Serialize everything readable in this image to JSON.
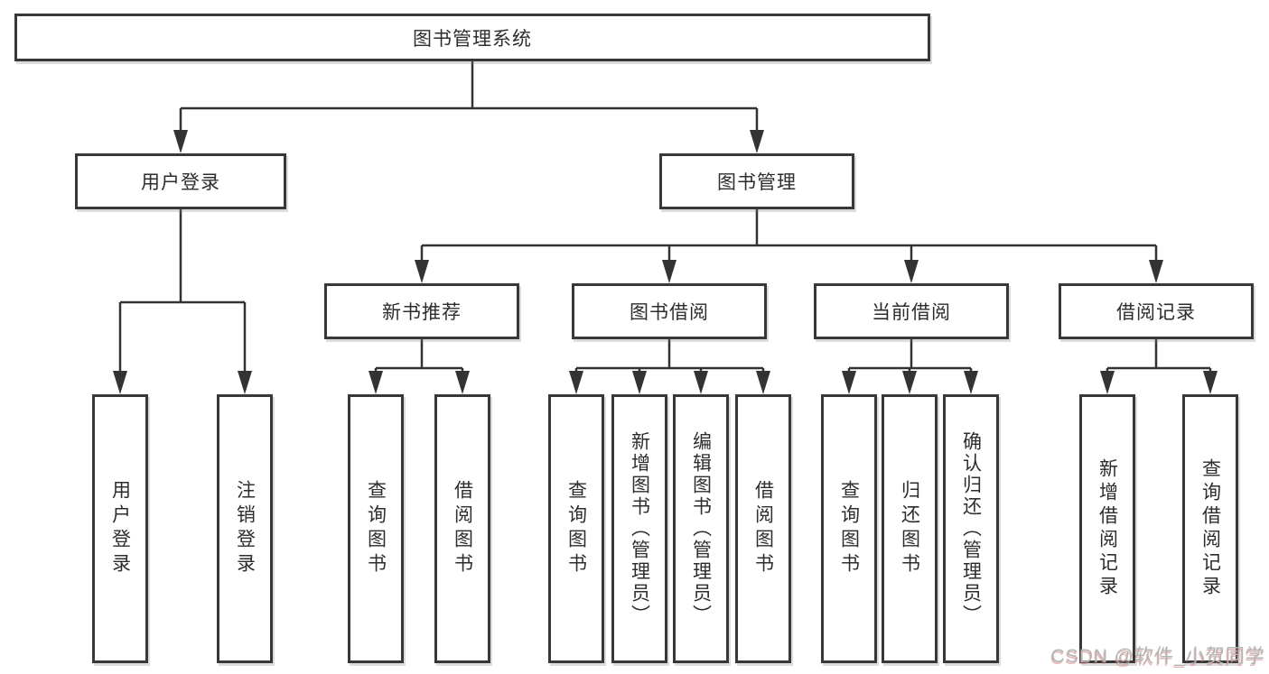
{
  "diagram": {
    "root": {
      "label": "图书管理系统"
    },
    "branches": [
      {
        "label": "用户登录",
        "children": [
          {
            "label": "用户登录"
          },
          {
            "label": "注销登录"
          }
        ]
      },
      {
        "label": "图书管理",
        "children": [
          {
            "label": "新书推荐",
            "children": [
              {
                "label": "查询图书"
              },
              {
                "label": "借阅图书"
              }
            ]
          },
          {
            "label": "图书借阅",
            "children": [
              {
                "label": "查询图书"
              },
              {
                "label": "新增图书（管理员）"
              },
              {
                "label": "编辑图书（管理员）"
              },
              {
                "label": "借阅图书"
              }
            ]
          },
          {
            "label": "当前借阅",
            "children": [
              {
                "label": "查询图书"
              },
              {
                "label": "归还图书"
              },
              {
                "label": "确认归还（管理员）"
              }
            ]
          },
          {
            "label": "借阅记录",
            "children": [
              {
                "label": "新增借阅记录"
              },
              {
                "label": "查询借阅记录"
              }
            ]
          }
        ]
      }
    ]
  },
  "watermark": {
    "text": "CSDN @软件_小贺同学"
  },
  "colors": {
    "line": "#333333",
    "box_border": "#383838",
    "text": "#2d2d2d",
    "background": "#ffffff",
    "watermark_gray": "#b5b5b5",
    "watermark_shadow_red": "#cd7878"
  }
}
